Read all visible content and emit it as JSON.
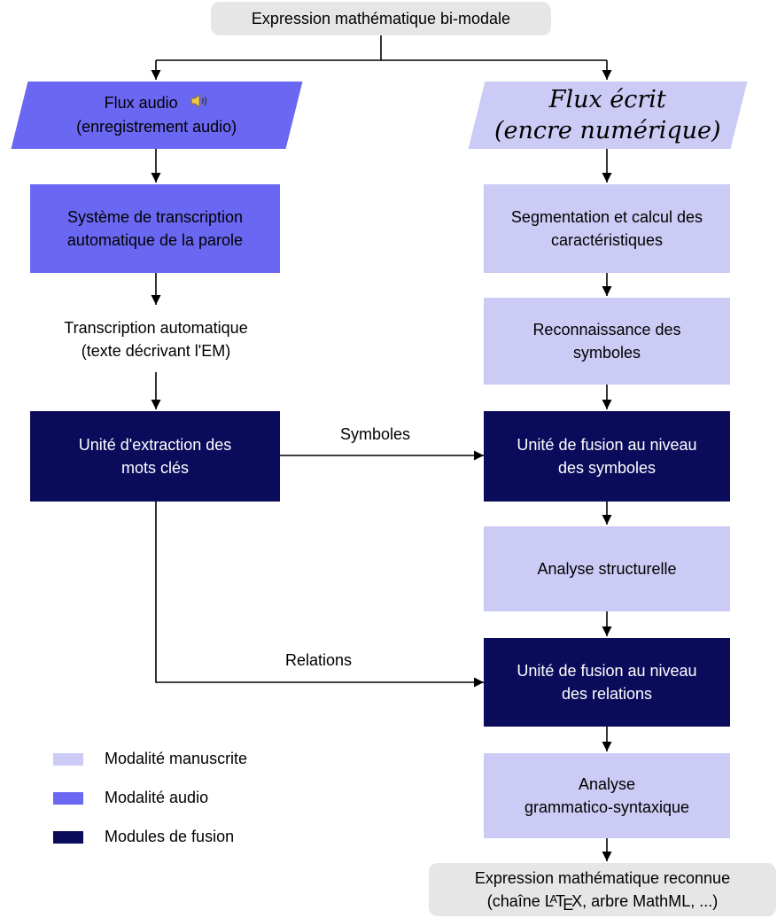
{
  "nodes": {
    "input_expression": "Expression mathématique bi-modale",
    "audio_stream": {
      "line1": "Flux audio",
      "line2": "(enregistrement audio)",
      "icon": "speaker-icon"
    },
    "written_stream": {
      "line1": "Flux écrit",
      "line2": "(encre numérique)"
    },
    "asr_system": {
      "line1": "Système de transcription",
      "line2": "automatique de la parole"
    },
    "segmentation": {
      "line1": "Segmentation et calcul des",
      "line2": "caractéristiques"
    },
    "transcription": {
      "line1": "Transcription automatique",
      "line2": "(texte décrivant l'EM)"
    },
    "symbol_recognition": {
      "line1": "Reconnaissance des",
      "line2": "symboles"
    },
    "keyword_extraction": {
      "line1": "Unité d'extraction des",
      "line2": "mots clés"
    },
    "symbol_fusion": {
      "line1": "Unité de fusion au niveau",
      "line2": "des symboles"
    },
    "structural_analysis": "Analyse structurelle",
    "relation_fusion": {
      "line1": "Unité de fusion au niveau",
      "line2": "des relations"
    },
    "grammar_analysis": {
      "line1": "Analyse",
      "line2": "grammatico-syntaxique"
    },
    "output_expression": {
      "line1": "Expression mathématique reconnue",
      "line2_prefix": "(chaîne ",
      "latex": {
        "l": "L",
        "a": "A",
        "t": "T",
        "e": "E",
        "x": "X"
      },
      "line2_suffix": ", arbre MathML, ...)"
    }
  },
  "edges": {
    "symbols": "Symboles",
    "relations": "Relations"
  },
  "legend": [
    {
      "label": "Modalité manuscrite",
      "color": "#cbcbf5"
    },
    {
      "label": "Modalité audio",
      "color": "#6a67f2"
    },
    {
      "label": "Modules de fusion",
      "color": "#0b0b5c"
    }
  ],
  "colors": {
    "handwritten": "#cbcbf5",
    "audio": "#6a67f2",
    "fusion": "#0b0b5c",
    "terminal": "#e6e6e6"
  }
}
